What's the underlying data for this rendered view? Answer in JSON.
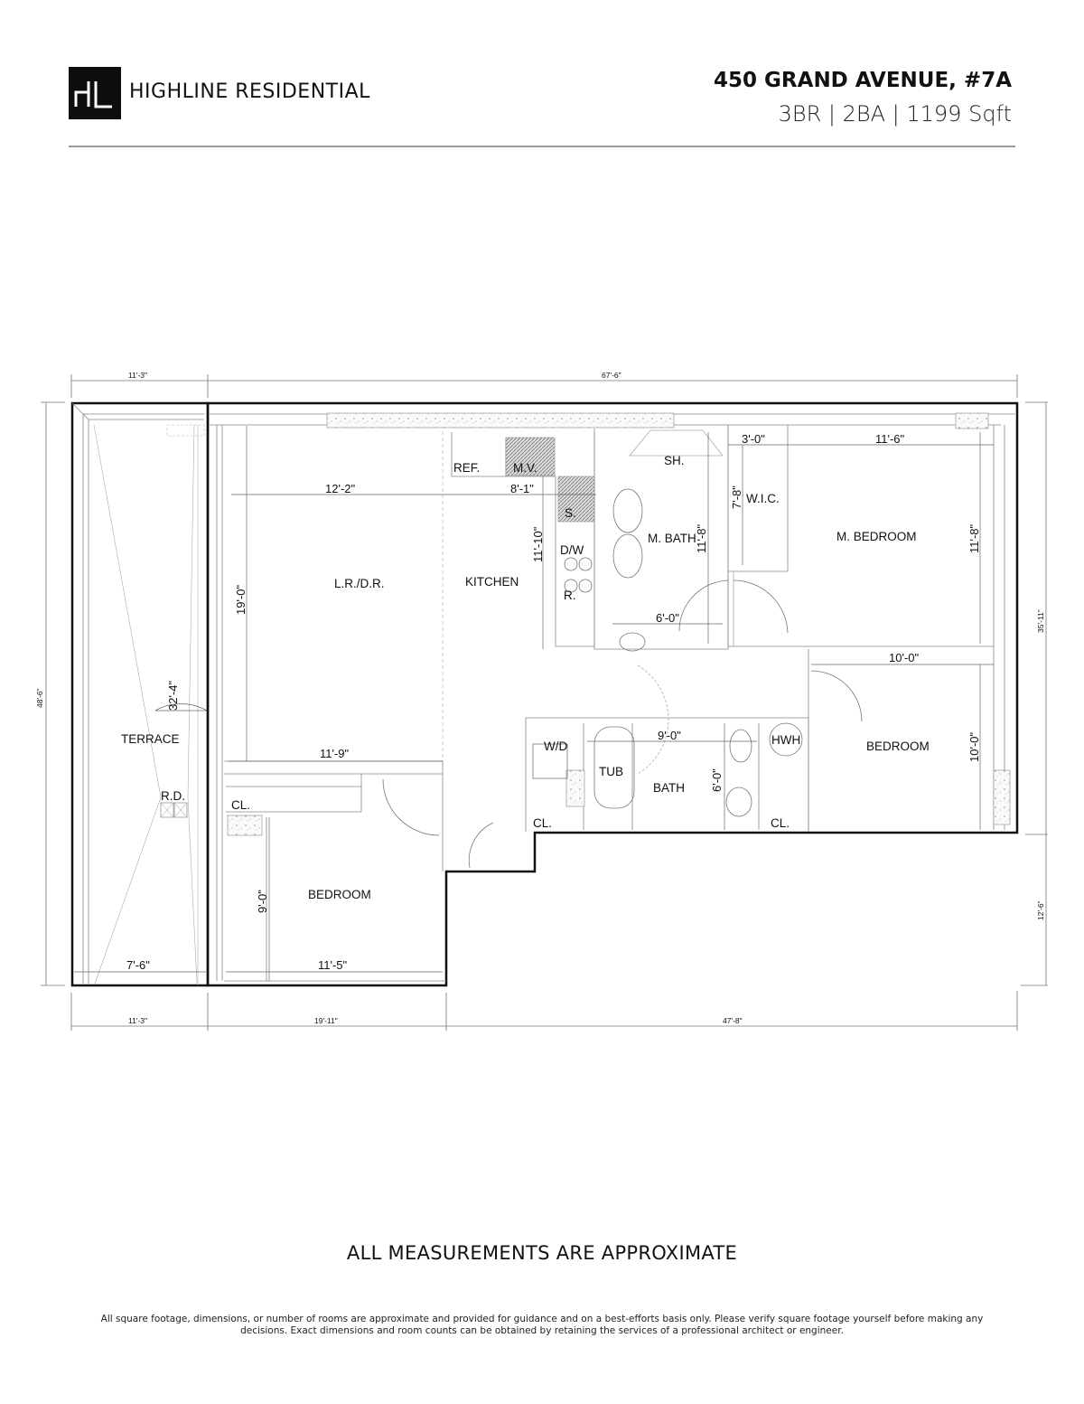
{
  "header": {
    "logo_text": "HL",
    "brand_name": "HIGHLINE RESIDENTIAL",
    "address": "450 GRAND AVENUE, #7A",
    "specs": "3BR | 2BA | 1199 Sqft"
  },
  "floorplan": {
    "rooms": {
      "terrace": "TERRACE",
      "roof_drain": "R.D.",
      "living_dining": "L.R./D.R.",
      "kitchen": "KITCHEN",
      "refrigerator": "REF.",
      "microwave": "M.V.",
      "sink": "S.",
      "dishwasher": "D/W",
      "range": "R.",
      "shower": "SH.",
      "master_bath": "M. BATH",
      "walk_in_closet": "W.I.C.",
      "master_bedroom": "M. BEDROOM",
      "washer_dryer": "W/D",
      "tub": "TUB",
      "bath": "BATH",
      "hot_water_heater": "HWH",
      "bedroom_east": "BEDROOM",
      "bedroom_west": "BEDROOM",
      "closet_west": "CL.",
      "closet_hall": "CL.",
      "closet_east": "CL."
    },
    "dimensions": {
      "top_terrace": "11'-3\"",
      "top_overall": "67'-6\"",
      "left_overall": "48'-6\"",
      "right_upper": "35'-11\"",
      "right_lower": "12'-6\"",
      "bottom_terrace": "11'-3\"",
      "bottom_mid": "19'-11\"",
      "bottom_right": "47'-8\"",
      "lr_width": "12'-2\"",
      "lr_depth": "19'-0\"",
      "lr_bottom": "11'-9\"",
      "kitchen_width": "8'-1\"",
      "kitchen_depth": "11'-10\"",
      "terrace_door": "32'-4\"",
      "terrace_width": "7'-6\"",
      "mbath_depth": "11'-8\"",
      "mbath_width": "6'-0\"",
      "wic_width": "3'-0\"",
      "wic_depth": "7'-8\"",
      "mbed_width": "11'-6\"",
      "mbed_depth": "11'-8\"",
      "bed_east_width": "10'-0\"",
      "bed_east_depth": "10'-0\"",
      "bath_width": "9'-0\"",
      "bath_depth": "6'-0\"",
      "bed_west_width": "11'-5\"",
      "bed_west_depth": "9'-0\""
    }
  },
  "footer": {
    "title": "ALL MEASUREMENTS ARE APPROXIMATE",
    "disclaimer": "All square footage, dimensions, or number of rooms are approximate and provided for guidance and on a best-efforts basis only. Please verify square footage yourself before making any decisions. Exact dimensions and room counts can be obtained by retaining the services of a professional architect or engineer."
  }
}
